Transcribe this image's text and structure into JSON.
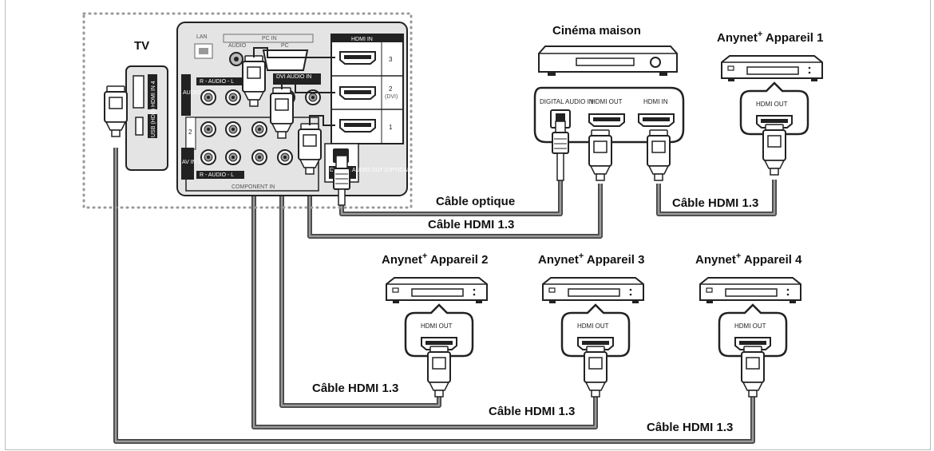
{
  "tv": {
    "label": "TV",
    "panel": {
      "lan": "LAN",
      "pc_in": "PC IN",
      "audio": "AUDIO",
      "pc": "PC",
      "hdmi_in": "HDMI IN",
      "hdmi_port_3": "3",
      "hdmi_port_2": "2",
      "hdmi_port_2_sub": "(DVI)",
      "hdmi_port_1": "1",
      "dvi_audio_in": "DVI AUDIO IN",
      "r_audio_l": "R - AUDIO - L",
      "audio_out": "AUDIO OUT",
      "av_in_1": "AV IN 1",
      "av_2": "2",
      "component_in": "COMPONENT IN",
      "digital_audio_out": "DIGITAL AUDIO OUT (OPTICAL)",
      "hdmi_in_4": "HDMI IN 4",
      "usb": "USB (HDD)"
    }
  },
  "home_cinema": {
    "label": "Cinéma maison",
    "ports": {
      "digital_audio_in": "DIGITAL AUDIO IN",
      "hdmi_out": "HDMI OUT",
      "hdmi_in": "HDMI IN"
    }
  },
  "devices": [
    {
      "name": "Anynet",
      "sup": "+",
      "suffix": " Appareil 1",
      "port": "HDMI OUT"
    },
    {
      "name": "Anynet",
      "sup": "+",
      "suffix": " Appareil 2",
      "port": "HDMI OUT"
    },
    {
      "name": "Anynet",
      "sup": "+",
      "suffix": " Appareil 3",
      "port": "HDMI OUT"
    },
    {
      "name": "Anynet",
      "sup": "+",
      "suffix": " Appareil 4",
      "port": "HDMI OUT"
    }
  ],
  "cables": {
    "optical": "Câble optique",
    "hdmi_cinema_out": "Câble HDMI 1.3",
    "hdmi_device1": "Câble HDMI 1.3",
    "hdmi_device2": "Câble HDMI 1.3",
    "hdmi_device3": "Câble HDMI 1.3",
    "hdmi_device4": "Câble HDMI 1.3"
  },
  "colors": {
    "cable": "#6b6b6b",
    "panel": "#e4e4e4",
    "dark": "#333333"
  }
}
